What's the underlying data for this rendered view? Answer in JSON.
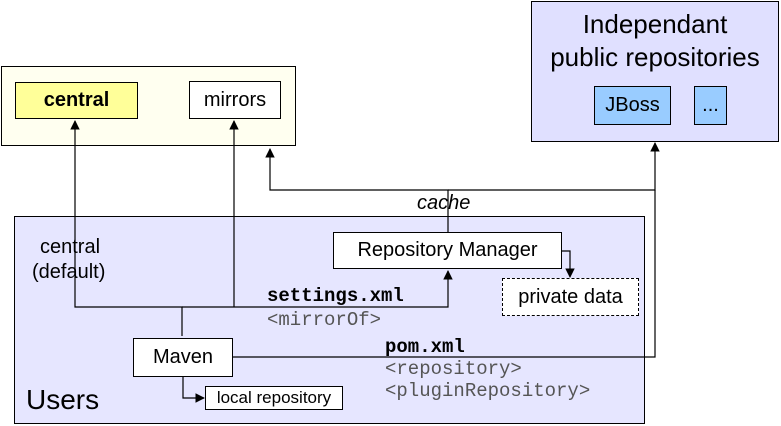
{
  "remote": {
    "central_label": "central",
    "mirrors_label": "mirrors"
  },
  "independent": {
    "title_line1": "Independant",
    "title_line2": "public repositories",
    "jboss_label": "JBoss",
    "more_label": "..."
  },
  "edge_labels": {
    "cache": "cache"
  },
  "users": {
    "title": "Users",
    "central_default_line1": "central",
    "central_default_line2": "(default)",
    "repository_manager_label": "Repository Manager",
    "private_data_label": "private data",
    "maven_label": "Maven",
    "local_repository_label": "local repository",
    "settings_xml": "settings.xml",
    "mirror_of": "<mirrorOf>",
    "pom_xml": "pom.xml",
    "repository_tag": "<repository>",
    "plugin_repository_tag": "<pluginRepository>"
  },
  "colors": {
    "remote_bg": "#fffff0",
    "central_bg": "#ffff99",
    "independent_bg": "#e0e0ff",
    "users_bg": "#e6e6ff",
    "jboss_bg": "#99ccff",
    "white": "#ffffff"
  }
}
